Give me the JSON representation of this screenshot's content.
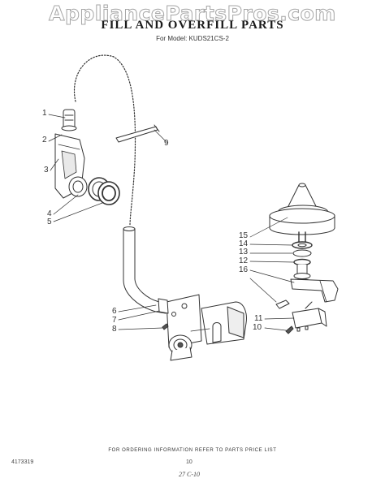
{
  "watermark": "AppliancePartsPros.com",
  "header": {
    "title": "FILL AND OVERFILL PARTS",
    "subtitle": "For Model: KUDS21CS-2"
  },
  "callouts": [
    {
      "id": "c1",
      "label": "1"
    },
    {
      "id": "c2",
      "label": "2"
    },
    {
      "id": "c3",
      "label": "3"
    },
    {
      "id": "c4",
      "label": "4"
    },
    {
      "id": "c5",
      "label": "5"
    },
    {
      "id": "c6",
      "label": "6"
    },
    {
      "id": "c7",
      "label": "7"
    },
    {
      "id": "c8",
      "label": "8"
    },
    {
      "id": "c9",
      "label": "9"
    },
    {
      "id": "c10",
      "label": "10"
    },
    {
      "id": "c11",
      "label": "11"
    },
    {
      "id": "c12",
      "label": "12"
    },
    {
      "id": "c13",
      "label": "13"
    },
    {
      "id": "c14",
      "label": "14"
    },
    {
      "id": "c15",
      "label": "15"
    },
    {
      "id": "c16",
      "label": "16"
    }
  ],
  "footer": {
    "ordering_note": "FOR ORDERING INFORMATION REFER TO PARTS PRICE LIST",
    "doc_code": "4173319",
    "page_number": "10",
    "handwritten": "27 C-10"
  }
}
